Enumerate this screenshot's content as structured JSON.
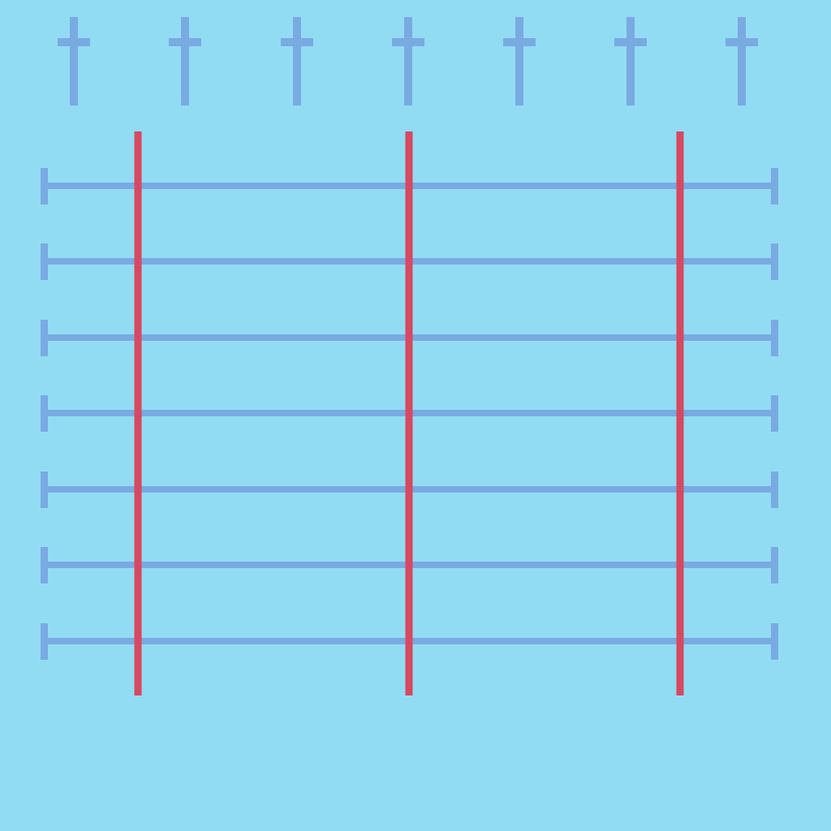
{
  "colors": {
    "background": "#92dcf3",
    "blue_lines": "#79aae2",
    "red_lines": "#d8485f"
  },
  "icons": {
    "top_row": "cross-icon",
    "top_row_count": 7
  },
  "lane_lines": {
    "count": 7
  },
  "red_dividers": {
    "count": 3
  }
}
